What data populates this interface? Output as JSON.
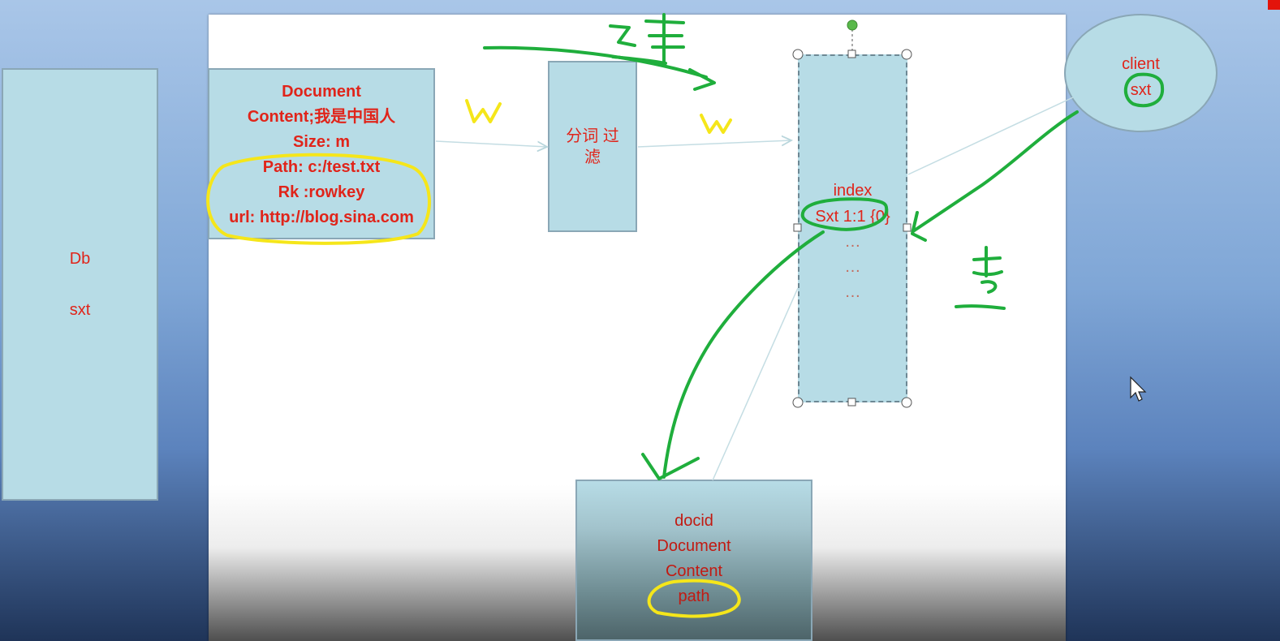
{
  "db_box": {
    "lines": [
      "Db",
      "sxt"
    ]
  },
  "document_box": {
    "lines": [
      "Document",
      "Content;我是中国人",
      "Size: m",
      "Path: c:/test.txt",
      "Rk :rowkey",
      "url: http://blog.sina.com"
    ]
  },
  "tokenizer_box": {
    "label": "分词 过滤"
  },
  "index_box": {
    "lines": [
      "index",
      "Sxt 1:1 {0}",
      "…",
      "…",
      "…"
    ]
  },
  "client_ellipse": {
    "lines": [
      "client",
      "sxt"
    ]
  },
  "docid_box": {
    "lines": [
      "docid",
      "Document",
      "Content",
      "path"
    ]
  },
  "handwriting": {
    "build_char": "建",
    "query_char": "查",
    "w_mark_1": "W",
    "w_mark_2": "W"
  },
  "colors": {
    "box_fill": "#b7dce6",
    "box_text": "#e0241a",
    "marker_green": "#1fae3c",
    "marker_yellow": "#f5e61a"
  }
}
